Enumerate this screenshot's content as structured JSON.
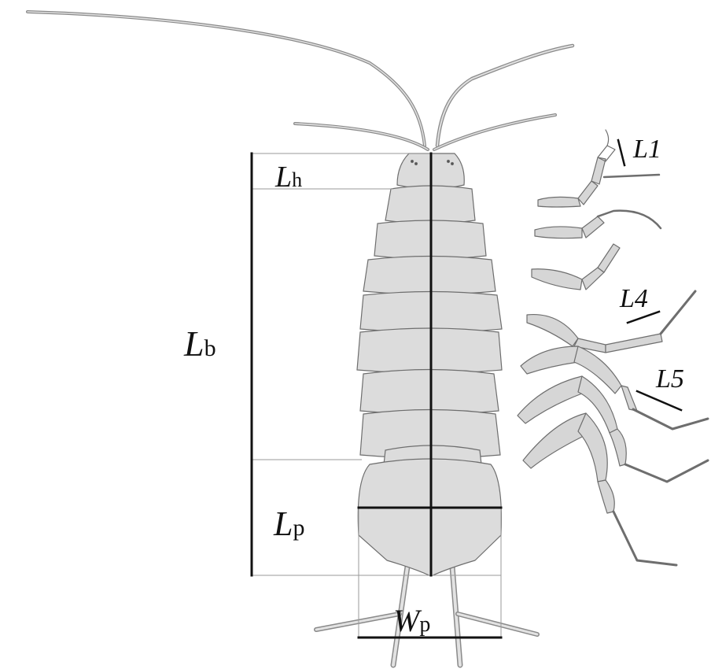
{
  "figure": {
    "subject": "isopod",
    "colors": {
      "body_fill": "#dcdcdc",
      "body_stroke": "#6e6e6e",
      "leg_fill": "#d6d6d6",
      "measure_line": "#111111",
      "guide_line": "#9a9a9a",
      "background": "#ffffff"
    }
  },
  "labels": {
    "head_length": {
      "main": "L",
      "sub": "h"
    },
    "body_length": {
      "main": "L",
      "sub": "b"
    },
    "pleotelson_length": {
      "main": "L",
      "sub": "p"
    },
    "pleotelson_width": {
      "main": "W",
      "sub": "p"
    },
    "leg_1": "L1",
    "leg_4": "L4",
    "leg_5": "L5"
  }
}
